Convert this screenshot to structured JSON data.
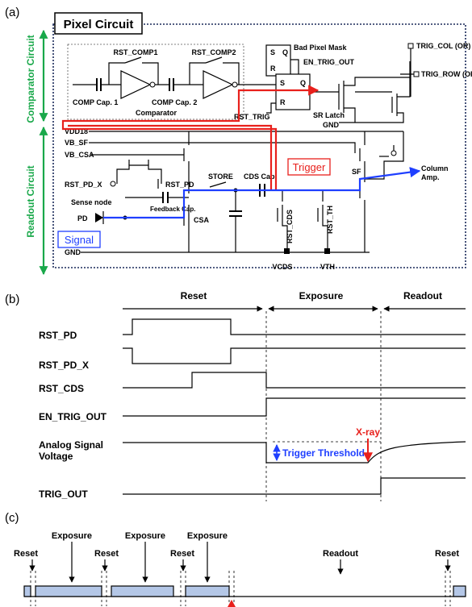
{
  "panels": {
    "a": "(a)",
    "b": "(b)",
    "c": "(c)"
  },
  "circuit": {
    "title": "Pixel Circuit",
    "side_comparator": "Comparator Circuit",
    "side_readout": "Readout Circuit",
    "rst_comp1": "RST_COMP1",
    "rst_comp2": "RST_COMP2",
    "comp_cap1": "COMP Cap. 1",
    "comp_cap2": "COMP Cap. 2",
    "comparator": "Comparator",
    "bad_pixel_mask": "Bad Pixel Mask",
    "en_trig_out": "EN_TRIG_OUT",
    "latch_s": "S",
    "latch_q": "Q",
    "latch_r": "R",
    "sr_latch": "SR Latch",
    "rst_trig": "RST_TRIG",
    "trig_col": "TRIG_COL (OR)",
    "trig_row": "TRIG_ROW (OR)",
    "gnd": "GND",
    "vdd18": "VDD18",
    "vb_sf": "VB_SF",
    "vb_csa": "VB_CSA",
    "rst_pd_x": "RST_PD_X",
    "rst_pd": "RST_PD",
    "sense_node": "Sense node",
    "store": "STORE",
    "cds_cap": "CDS Cap.",
    "trigger": "Trigger",
    "feedback_cap": "Feedback Cap.",
    "pd": "PD",
    "csa": "CSA",
    "signal": "Signal",
    "rst_cds": "RST_CDS",
    "rst_th": "RST_TH",
    "sf": "SF",
    "column_amp_1": "Column",
    "column_amp_2": "Amp.",
    "vcds": "VCDS",
    "vth": "VTH"
  },
  "timing": {
    "phases": [
      "Reset",
      "Exposure",
      "Readout"
    ],
    "signals": [
      "RST_PD",
      "RST_PD_X",
      "RST_CDS",
      "EN_TRIG_OUT",
      "Analog Signal",
      "Voltage",
      "TRIG_OUT"
    ],
    "trigger_threshold": "Trigger Threshold",
    "xray": "X-ray"
  },
  "sequence": {
    "reset": "Reset",
    "exposure": "Exposure",
    "readout": "Readout"
  },
  "colors": {
    "signal_path": "#1f3fff",
    "trigger_path": "#e8201c",
    "side_arrows": "#19a84a",
    "exposure_fill": "#b4c7e7"
  }
}
